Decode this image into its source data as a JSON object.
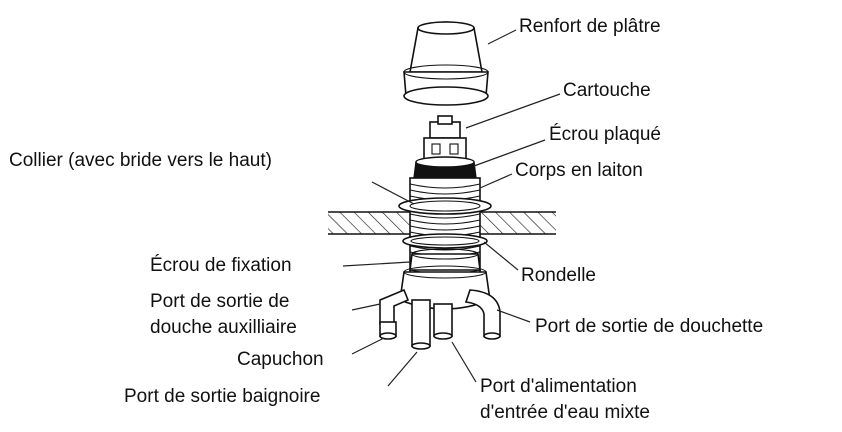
{
  "labels": {
    "renfort": "Renfort de plâtre",
    "cartouche": "Cartouche",
    "ecrou_plaque": "Écrou plaqué",
    "collier": "Collier (avec bride vers le haut)",
    "corps": "Corps en laiton",
    "ecrou_fixation": "Écrou de fixation",
    "rondelle": "Rondelle",
    "port_aux_1": "Port de sortie de",
    "port_aux_2": "douche auxilliaire",
    "port_douchette": "Port de sortie de douchette",
    "capuchon": "Capuchon",
    "port_baignoire": "Port de sortie baignoire",
    "port_alim_1": "Port d'alimentation",
    "port_alim_2": "d'entrée d'eau mixte"
  },
  "colors": {
    "line": "#111111",
    "background": "#ffffff"
  }
}
